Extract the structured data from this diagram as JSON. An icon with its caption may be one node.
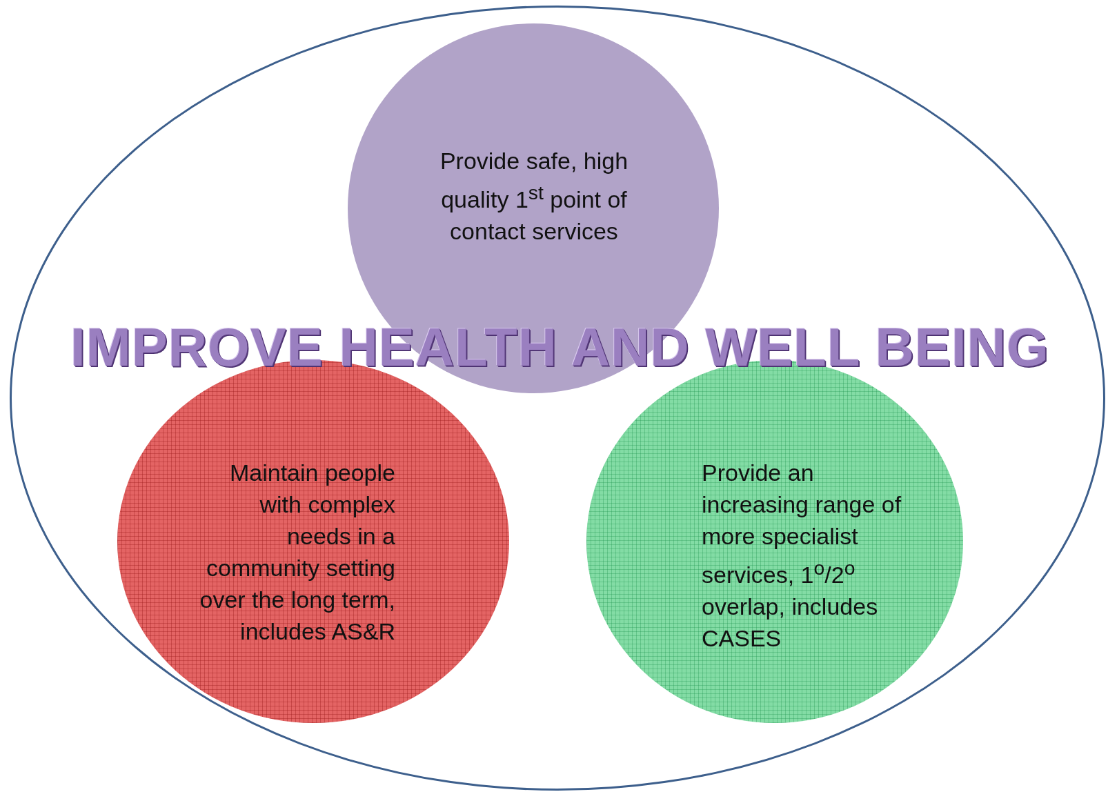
{
  "diagram": {
    "nodes": [
      {
        "text": [],
        "shape": "ellipse"
      },
      {
        "text": [
          "Provide safe, high quality 1$^{st}$ point of contact services"
        ],
        "in": 0
      },
      {
        "text": [
          "Maintain people with complex needs in a community setting over the long term, includes AS&R"
        ],
        "in": 0
      },
      {
        "text": [
          "Provide an increasing range of more specialist services, 1$^{o}$/2$^{o}$ overlap, includes CASES"
        ],
        "in": 0
      }
    ],
    "edges": [],
    "labels": [
      "IMPROVE HEALTH AND WELL BEING"
    ]
  }
}
